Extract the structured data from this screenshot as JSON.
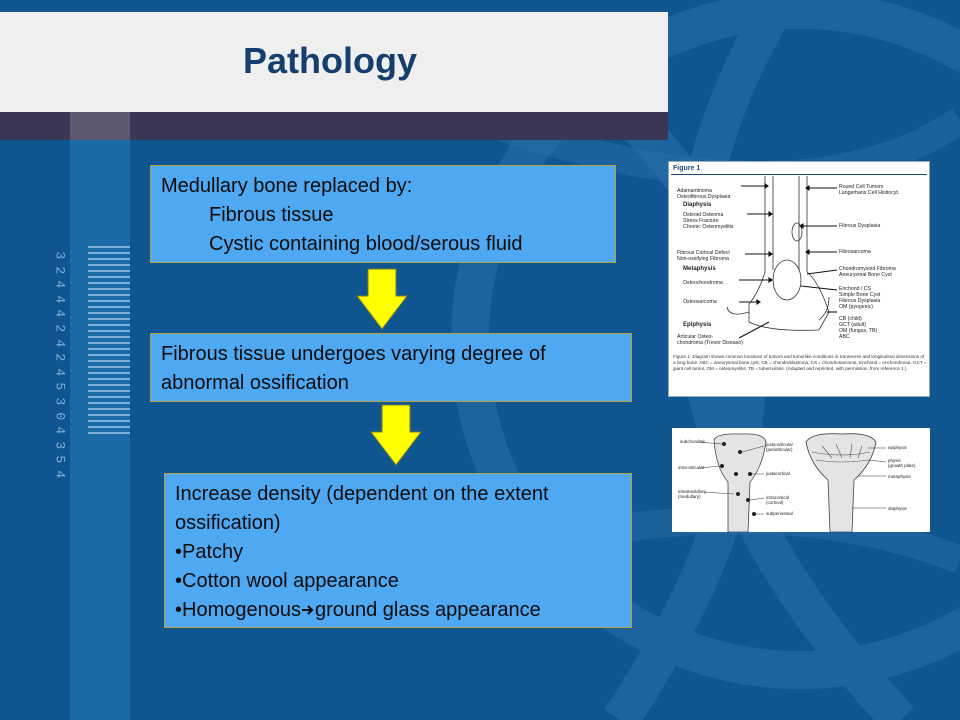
{
  "slide": {
    "title": "Pathology",
    "barcode_digits": [
      "3",
      "2",
      "4",
      "4",
      "4",
      "2",
      "4",
      "2",
      "4",
      "5",
      "3",
      "0",
      "4",
      "3",
      "5",
      "4"
    ]
  },
  "flow": {
    "box1": {
      "heading": "Medullary bone replaced by:",
      "items": [
        "Fibrous tissue",
        "Cystic containing blood/serous fluid"
      ]
    },
    "box2": {
      "text": "Fibrous tissue undergoes varying degree of abnormal ossification"
    },
    "box3": {
      "intro": "Increase density (dependent on the extent ossification)",
      "bullets": [
        "•Patchy",
        "•Cotton wool appearance"
      ],
      "last_bullet_before": "•Homogenous",
      "last_bullet_after": "ground glass appearance"
    }
  },
  "figure1": {
    "title": "Figure 1",
    "left_labels": {
      "adamantinoma": "Adamantinoma",
      "osteofibrous": "Osteofibrous Dysplasia",
      "diaphysis": "Diaphysis",
      "osteoid": "Osteoid Osteoma",
      "stress": "Stress Fracture",
      "chronic": "Chronic Osteomyelitis",
      "cortical": "Fibrous Cortical Defect",
      "nonossifying": "Non-ossifying Fibroma",
      "metaphysis": "Metaphysis",
      "osteochondroma": "Osteochondroma",
      "osteosarcoma": "Osteosarcoma",
      "epiphysis": "Epiphysis",
      "articular1": "Articular Osteo-",
      "articular2": "chondroma (Trevor Disease)"
    },
    "right_labels": {
      "round": "Round Cell Tumors",
      "langerhans": "Langerhans Cell Histiocyt.",
      "fibrous_dysplasia": "Fibrous Dysplasia",
      "fibrosarcoma": "Fibrosarcoma",
      "chondromyxoid": "Chondromyxoid Fibroma",
      "aneurysmal": "Aneurysmal Bone Cyst",
      "enchond": "Enchond / CS",
      "simple": "Simple Bone Cyst",
      "fibrous_dys2": "Fibrous Dysplasia",
      "om": "OM (pyogenic)",
      "cb": "CB (child)",
      "gct": "GCT (adult)",
      "om2": "OM (fungus, TB)",
      "abc": "ABC"
    },
    "caption": "Figure 1: Diagram shows common locations of tumors and tumorlike conditions in transverse and longitudinal dimensions of a long bone. ABC = aneurysmal bone cyst, CB = chondroblastoma, CS = chondrosarcoma, Enchond = enchondroma, GCT = giant cell tumor, OM = osteomyelitis, TB = tuberculosis. (Adapted and reprinted, with permission, from reference 1.)"
  },
  "figure2": {
    "left": {
      "subchondral": "subchondral",
      "juxta": "juxta-articular",
      "periarticular": "(periarticular)",
      "intra": "intra-articular",
      "juxtacortical": "juxtacortical",
      "intramedullary": "intramedullary",
      "medullary": "(medullary)",
      "intracortical": "intracortical",
      "cortical": "(cortical)",
      "subperiosteal": "subperiosteal"
    },
    "right": {
      "epiphysis": "epiphysis",
      "physis": "physis",
      "growth": "(growth plate)",
      "metaphysis": "metaphysis",
      "diaphysis": "diaphysis"
    }
  },
  "colors": {
    "background": "#0f5690",
    "title_band": "#efefef",
    "title_text": "#153e6f",
    "dark_band": "#3a3756",
    "box_fill": "#4ea8f2",
    "box_border": "#b9a23e",
    "arrow_fill": "#ffff00"
  },
  "icons": {
    "flow_arrow": "down-arrow-icon",
    "inline_arrow": "right-arrow-icon"
  }
}
